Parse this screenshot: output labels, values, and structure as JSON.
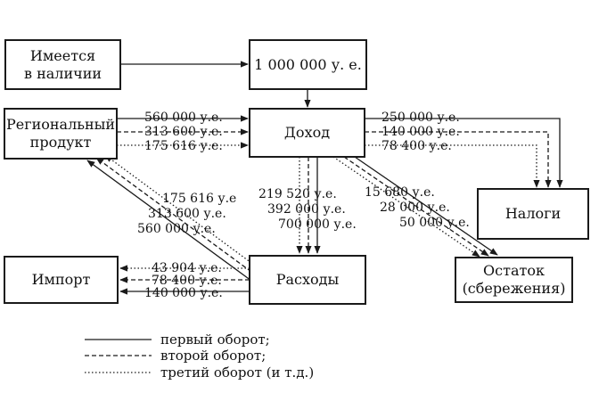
{
  "boxes": {
    "available": "Имеется\nв наличии",
    "million": "1 000 000 у. е.",
    "regional": "Региональный\nпродукт",
    "income": "Доход",
    "taxes": "Налоги",
    "import": "Импорт",
    "expenses": "Расходы",
    "savings": "Остаток\n(сбережения)"
  },
  "labels": {
    "reg_income": [
      "560 000 у.е.",
      "313 600 у.е.",
      "175 616 у.е."
    ],
    "income_taxes": [
      "250 000 у.е.",
      "140 000 у.е.",
      "78 400 у.е."
    ],
    "expenses_reg": [
      "175 616 у.е",
      "313 600 у.е.",
      "560 000 у.е."
    ],
    "income_expenses": [
      "219 520 у.е.",
      "392 000 у.е.",
      "700 000 у.е."
    ],
    "income_savings": [
      "15 680 у.е.",
      "28 000 у.е.",
      "50 000 у.е."
    ],
    "expenses_import": [
      "43 904 у.е.",
      "78 400 у.е.",
      "140 000 у.е."
    ]
  },
  "legend": {
    "first": "первый оборот;",
    "second": "второй оборот;",
    "third": "третий оборот (и т.д.)"
  },
  "colors": {
    "ink": "#1a1a1a"
  }
}
